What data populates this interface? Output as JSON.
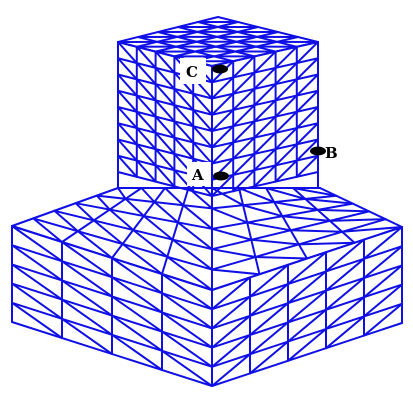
{
  "colors": {
    "mesh": "#1010e6",
    "background": "#ffffff",
    "marker": "#000000",
    "label": "#000000"
  },
  "mesh": {
    "base_block": {
      "width_divisions": 4,
      "depth_divisions": 5,
      "height_divisions": 5
    },
    "tower_block": {
      "width_divisions": 5,
      "depth_divisions": 5,
      "height_divisions": 8
    },
    "element_type": "triangular-split-quads"
  },
  "points": [
    {
      "id": "C",
      "label": "C"
    },
    {
      "id": "A",
      "label": "A"
    },
    {
      "id": "B",
      "label": "B"
    }
  ]
}
